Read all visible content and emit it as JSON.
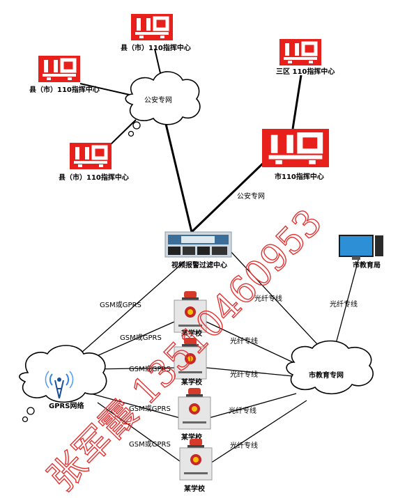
{
  "diagram": {
    "nodes": {
      "county_center_1": {
        "label": "县（市）110指挥中心",
        "logo": "110-police-logo"
      },
      "county_center_2": {
        "label": "县（市）110指挥中心",
        "logo": "110-police-logo"
      },
      "county_center_3": {
        "label": "县（市）110指挥中心",
        "logo": "110-police-logo"
      },
      "district_center": {
        "label": "三区 110指挥中心",
        "logo": "110-police-logo"
      },
      "city_center": {
        "label": "市110指挥中心",
        "logo": "110-police-logo"
      },
      "police_net_cloud": {
        "label": "公安专网"
      },
      "police_net_edge_label": {
        "label": "公安专网"
      },
      "filter_center": {
        "label": "视频报警过滤中心"
      },
      "education_bureau": {
        "label": "市教育局"
      },
      "education_net": {
        "label": "市教育专网"
      },
      "gprs_net": {
        "label": "GPRS网络"
      },
      "schools": [
        {
          "label": "某学校"
        },
        {
          "label": "某学校"
        },
        {
          "label": "某学校"
        },
        {
          "label": "某学校"
        }
      ]
    },
    "edge_labels": {
      "gsm_gprs_1": "GSM或GPRS",
      "gsm_gprs_2": "GSM或GPRS",
      "gsm_gprs_3": "GSM或GPRS",
      "gsm_gprs_4": "GSM或GPRS",
      "gsm_gprs_5": "GSM或GPRS",
      "fiber_1": "光纤专线",
      "fiber_2": "光纤专线",
      "fiber_3": "光纤专线",
      "fiber_4": "光纤专线",
      "fiber_5": "光纤专线",
      "fiber_6": "光纤专线"
    },
    "watermark": "张军霞 13510460953"
  },
  "colors": {
    "logo_red": "#e8201c",
    "watermark_red": "#e53030",
    "cloud_stroke": "#000000",
    "line": "#000000"
  }
}
